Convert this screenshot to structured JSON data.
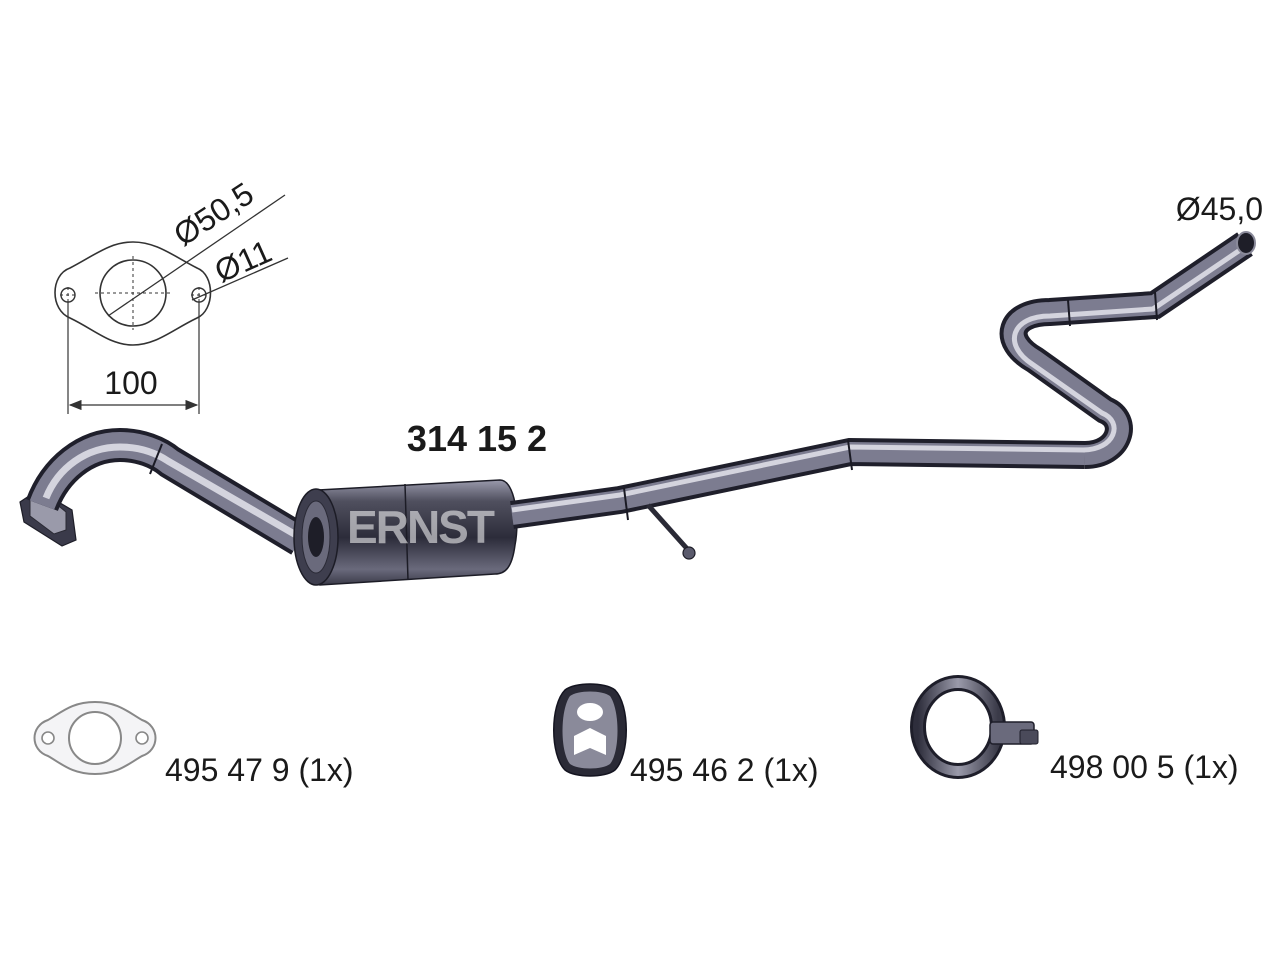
{
  "part": {
    "number": "314 15 2",
    "brand_logo": "ERNST"
  },
  "flange": {
    "pipe_diameter": "Ø50,5",
    "bolt_hole_diameter": "Ø11",
    "bolt_spacing": "100"
  },
  "outlet": {
    "diameter": "Ø45,0"
  },
  "accessories": [
    {
      "icon": "gasket-icon",
      "label": "495 47 9 (1x)"
    },
    {
      "icon": "rubber-mount-icon",
      "label": "495 46 2 (1x)"
    },
    {
      "icon": "pipe-clamp-icon",
      "label": "498 00 5 (1x)"
    }
  ],
  "colors": {
    "pipe_dark": "#2a2a3c",
    "pipe_mid": "#6e6e82",
    "pipe_light": "#d0d0dc",
    "line": "#333333"
  }
}
